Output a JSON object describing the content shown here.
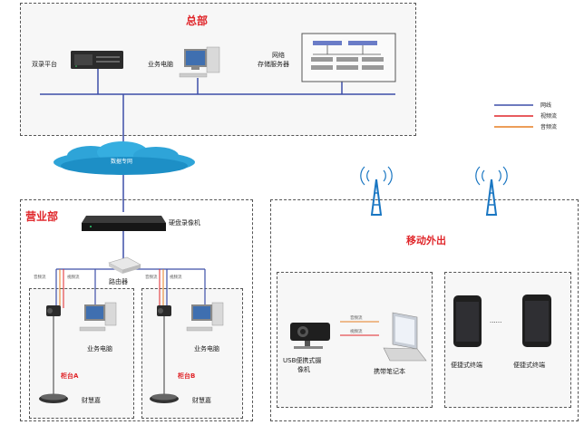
{
  "hq": {
    "title": "总部",
    "dual_record": "双录平台",
    "pc": "业务电脑",
    "storage_line1": "网络",
    "storage_line2": "存储服务器"
  },
  "legend": {
    "network": "网线",
    "video": "视频流",
    "audio": "音频流"
  },
  "cloud": {
    "label": "数据专网"
  },
  "branch": {
    "title": "营业部",
    "nvr": "硬盘录像机",
    "router": "路由器",
    "counter_a": {
      "title": "柜台A",
      "pc": "业务电脑",
      "wisdom": "财慧嘉"
    },
    "counter_b": {
      "title": "柜台B",
      "pc": "业务电脑",
      "wisdom": "财慧嘉"
    },
    "stream_labels": [
      "音频流",
      "视频流",
      "音频流",
      "视频流"
    ]
  },
  "mobile": {
    "title": "移动外出",
    "usb_cam_line1": "USB便携式摄",
    "usb_cam_line2": "像机",
    "laptop": "携带笔记本",
    "terminal_left": "便捷式终端",
    "terminal_right": "便捷式终端",
    "dots": "······",
    "link_labels": [
      "音频流",
      "视频流"
    ]
  },
  "colors": {
    "network": "#3d4fa8",
    "video": "#e0262a",
    "audio": "#e67e22",
    "red_title": "#e0262a"
  }
}
